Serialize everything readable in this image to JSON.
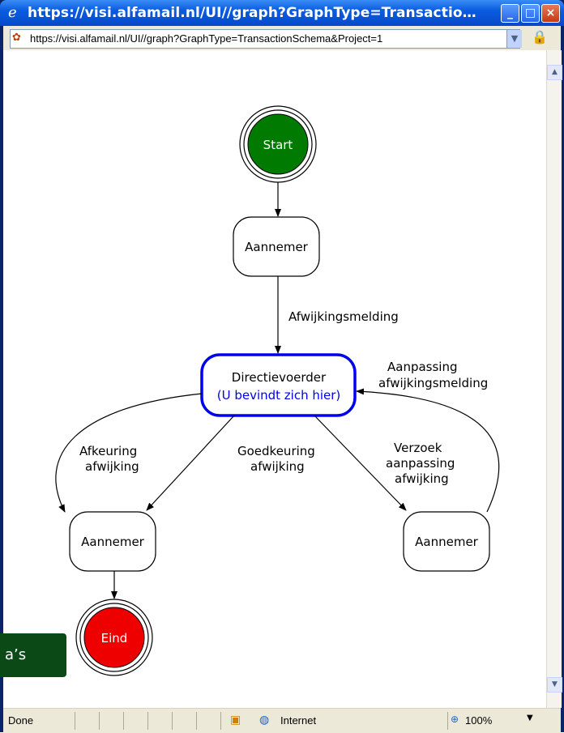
{
  "window": {
    "title": "https://visi.alfamail.nl/UI//graph?GraphType=Transactio…",
    "minimize": "_",
    "maximize": "□",
    "close": "×"
  },
  "address": {
    "url": "https://visi.alfamail.nl/UI//graph?GraphType=TransactionSchema&Project=1",
    "dropdown": "▼"
  },
  "graph": {
    "start": "Start",
    "node_aannemer_top": "Aannemer",
    "edge_afwijkingsmelding": "Afwijkingsmelding",
    "directievoerder_line1": "Directievoerder",
    "directievoerder_line2": "(U bevindt zich hier)",
    "edge_aanpassing_line1": "Aanpassing",
    "edge_aanpassing_line2": "afwijkingsmelding",
    "edge_afkeuring_line1": "Afkeuring",
    "edge_afkeuring_line2": "afwijking",
    "edge_goedkeuring_line1": "Goedkeuring",
    "edge_goedkeuring_line2": "afwijking",
    "edge_verzoek_line1": "Verzoek",
    "edge_verzoek_line2": "aanpassing",
    "edge_verzoek_line3": "afwijking",
    "node_aannemer_left": "Aannemer",
    "node_aannemer_right": "Aannemer",
    "eind": "Eind",
    "colors": {
      "start": "#007a00",
      "eind": "#ee0000",
      "current": "#0000ee"
    }
  },
  "status": {
    "done": "Done",
    "zone": "Internet",
    "zoom": "100%",
    "zoom_dropdown": "▼"
  },
  "overlay": {
    "text": "a’s"
  }
}
